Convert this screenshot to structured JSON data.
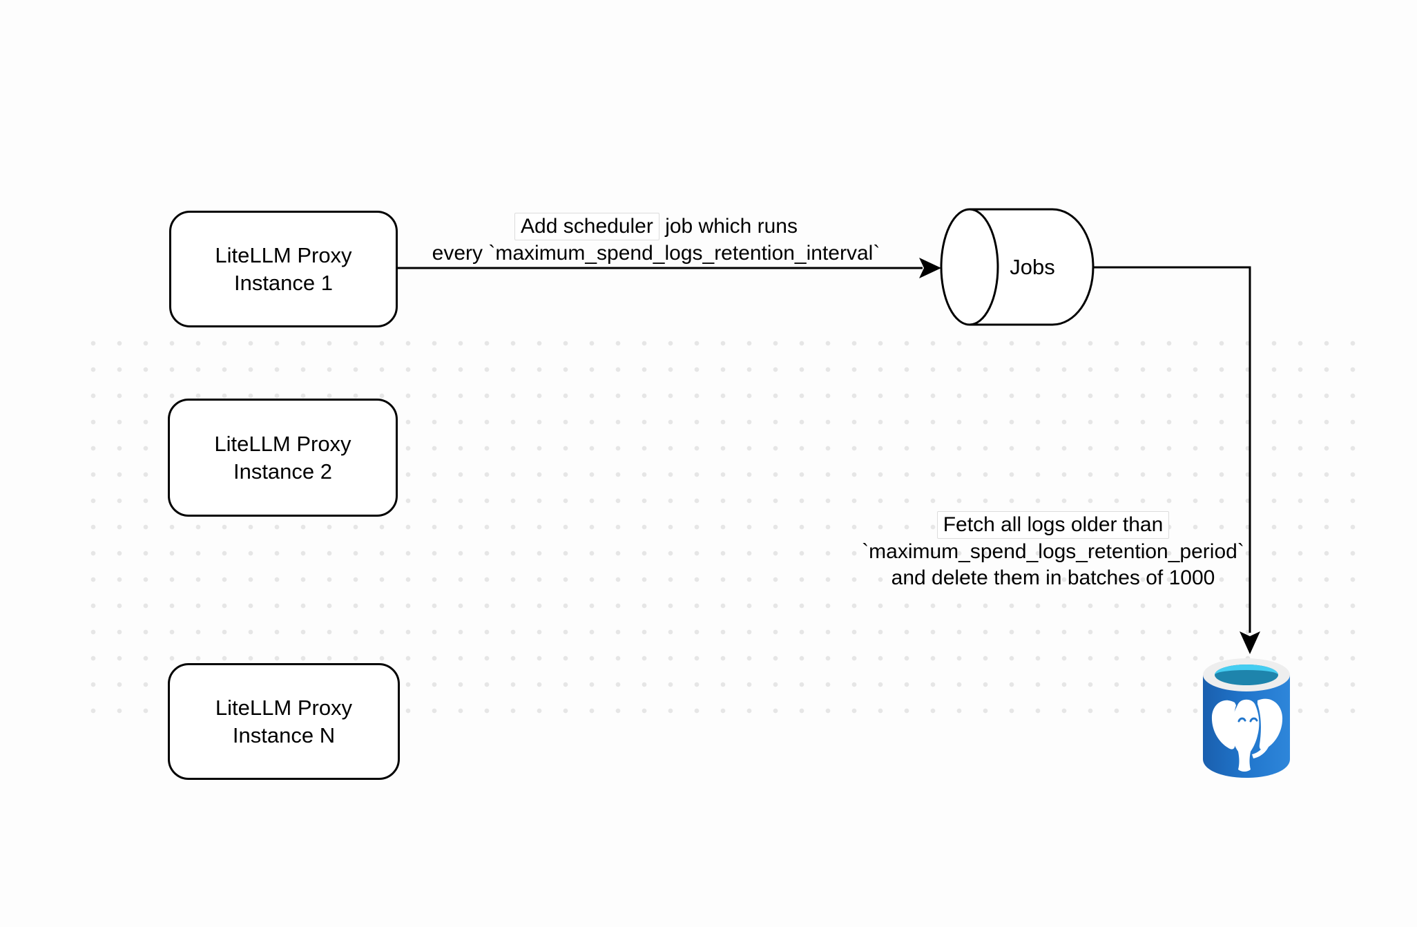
{
  "background": {
    "page_color": "#fdfdfd",
    "dot_color": "#e6e6e6"
  },
  "stroke": {
    "color": "#000000"
  },
  "proxy_instances": [
    {
      "line1": "LiteLLM Proxy",
      "line2": "Instance 1"
    },
    {
      "line1": "LiteLLM Proxy",
      "line2": "Instance 2"
    },
    {
      "line1": "LiteLLM Proxy",
      "line2": "Instance N"
    }
  ],
  "jobs_node": {
    "label": "Jobs"
  },
  "scheduler_edge_label": {
    "line1_boxed": "Add scheduler",
    "line1_rest": "job which runs",
    "line2": "every `maximum_spend_logs_retention_interval`"
  },
  "cleanup_edge_label": {
    "line1": "Fetch all logs older than",
    "line2": "`maximum_spend_logs_retention_period`",
    "line3": "and delete them in batches of 1000"
  },
  "database_icon": {
    "name": "postgresql-database-icon",
    "colors": {
      "body_dark": "#1a5fae",
      "body": "#2176cc",
      "body_light": "#2e86da",
      "rim": "#eeeeee",
      "opening": "#45cdf1",
      "opening_shadow": "#1e84ac",
      "elephant": "#ffffff"
    }
  }
}
